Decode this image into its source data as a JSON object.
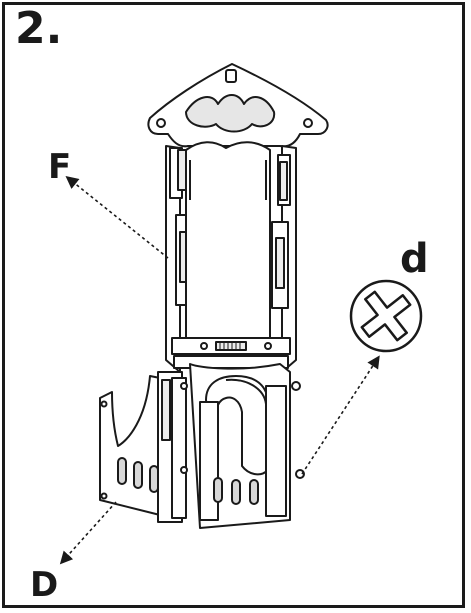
{
  "step": {
    "number": "2."
  },
  "callouts": {
    "F": "F",
    "d": "d",
    "D": "D"
  },
  "icons": {
    "screw": "cross-head-screw-icon",
    "bracket": "mounting-bracket-assembly"
  },
  "colors": {
    "ink": "#1a1a1a",
    "bracket_fill": "#ffffff",
    "slot_fill": "#d8d8d8"
  }
}
